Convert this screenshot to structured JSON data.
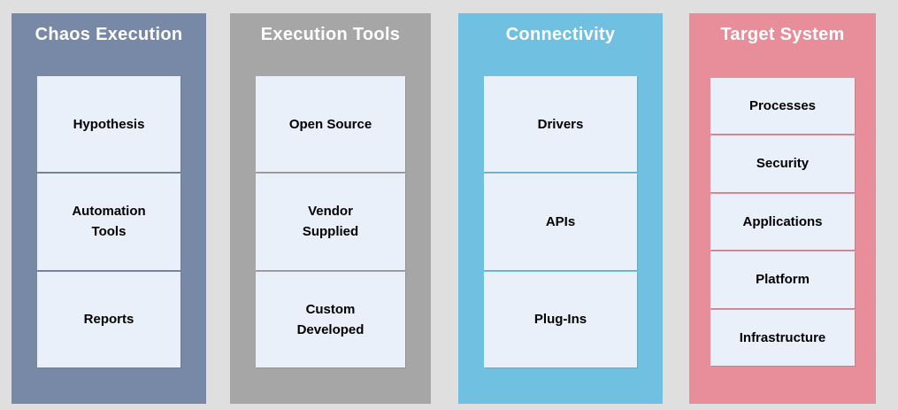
{
  "style": {
    "page_bg": "#dfdfdf",
    "item_bg": "#e9f0f9",
    "item_text_color": "#000000",
    "header_text_color": "#ffffff",
    "separator_color": "#ffffff"
  },
  "columns": [
    {
      "header": "Chaos Execution",
      "color": "#7789a6",
      "items": [
        "Hypothesis",
        "Automation\nTools",
        "Reports"
      ]
    },
    {
      "header": "Execution Tools",
      "color": "#a6a6a6",
      "items": [
        "Open Source",
        "Vendor\nSupplied",
        "Custom\nDeveloped"
      ]
    },
    {
      "header": "Connectivity",
      "color": "#70c0e2",
      "items": [
        "Drivers",
        "APIs",
        "Plug-Ins"
      ]
    },
    {
      "header": "Target System",
      "color": "#e88e9a",
      "items": [
        "Processes",
        "Security",
        "Applications",
        "Platform",
        "Infrastructure"
      ]
    }
  ]
}
